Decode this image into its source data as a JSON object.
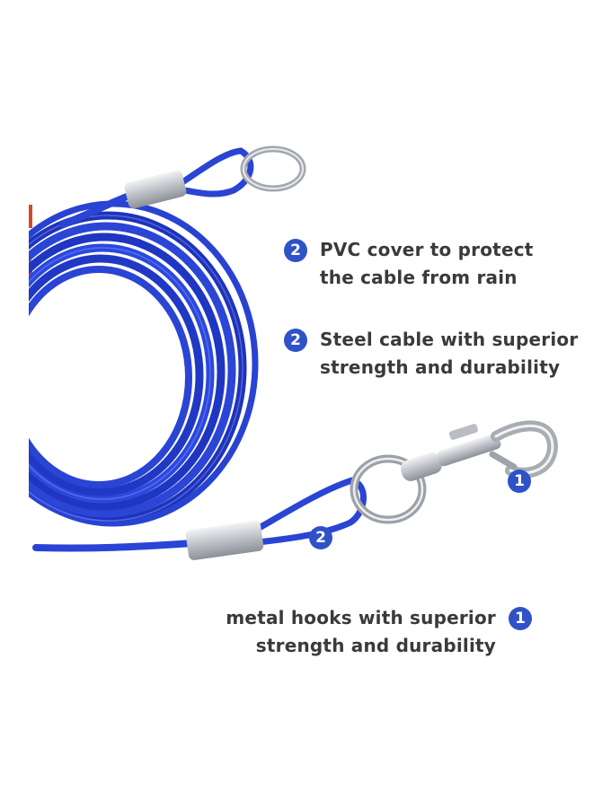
{
  "colors": {
    "badge": "#2f52c8",
    "text": "#3a3a3a",
    "cable": "#2a3fd0",
    "metal": "#c8cbd0",
    "background": "#ffffff"
  },
  "features": [
    {
      "number": "2",
      "lines": [
        "PVC cover to protect",
        "the cable from rain"
      ]
    },
    {
      "number": "2",
      "lines": [
        "Steel cable with superior",
        "strength and durability"
      ]
    },
    {
      "number": "1",
      "lines": [
        "metal hooks with superior",
        "strength and durability"
      ]
    }
  ],
  "photo_callouts": {
    "hook": "1",
    "cable_loop": "2"
  },
  "icons": [
    "numbered-badge-icon",
    "snap-hook-icon",
    "swivel-ring-icon",
    "crimp-sleeve-icon"
  ]
}
